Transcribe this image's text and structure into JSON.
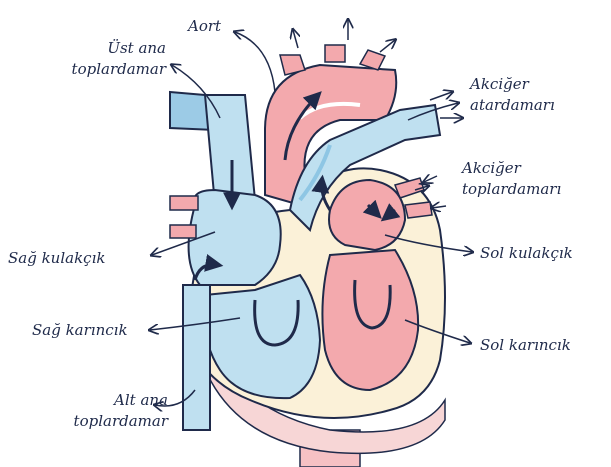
{
  "labels": {
    "aorta": "Aort",
    "superior_vena_cava": [
      "Üst ana",
      "toplardamar"
    ],
    "pulmonary_artery": [
      "Akciğer",
      "atardamarı"
    ],
    "pulmonary_veins": [
      "Akciğer",
      "toplardamarı"
    ],
    "right_atrium": "Sağ kulakçık",
    "left_atrium": "Sol kulakçık",
    "right_ventricle": "Sağ karıncık",
    "left_ventricle": "Sol karıncık",
    "inferior_vena_cava": [
      "Alt ana",
      "toplardamar"
    ]
  },
  "colors": {
    "outline": "#1f2a4a",
    "blue_chamber": "#bfe0f0",
    "blue_dark": "#8ec6e4",
    "red_chamber": "#f3a9ad",
    "red_light": "#f8c9c9",
    "wall": "#fbf1d8",
    "pink_base": "#f6d3d3"
  }
}
